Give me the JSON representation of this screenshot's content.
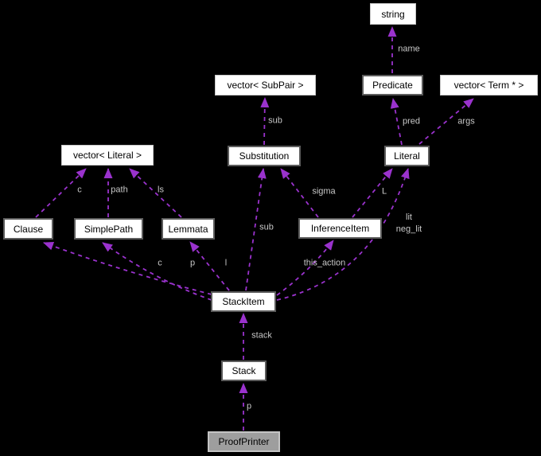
{
  "diagram": {
    "type": "collaboration-graph",
    "focus_node": "ProofPrinter",
    "colors": {
      "background": "#000000",
      "edge": "#9a32cd",
      "edge_label": "#c8c8c8",
      "node_fill": "#ffffff",
      "node_text": "#000000",
      "node_border": "#5c5c5c",
      "stl_node_border": "#c8c8c8",
      "focus_node_fill": "#9e9e9e",
      "focus_node_border": "#c4c4c4"
    },
    "nodes": [
      {
        "id": "string",
        "label": "string",
        "kind": "stl"
      },
      {
        "id": "vec-subpair",
        "label": "vector< SubPair >",
        "kind": "stl"
      },
      {
        "id": "predicate",
        "label": "Predicate",
        "kind": "class"
      },
      {
        "id": "vec-term",
        "label": "vector< Term * >",
        "kind": "stl"
      },
      {
        "id": "vec-literal",
        "label": "vector< Literal >",
        "kind": "stl"
      },
      {
        "id": "substitution",
        "label": "Substitution",
        "kind": "class"
      },
      {
        "id": "literal",
        "label": "Literal",
        "kind": "class"
      },
      {
        "id": "clause",
        "label": "Clause",
        "kind": "class"
      },
      {
        "id": "simplepath",
        "label": "SimplePath",
        "kind": "class"
      },
      {
        "id": "lemmata",
        "label": "Lemmata",
        "kind": "class"
      },
      {
        "id": "inferenceitem",
        "label": "InferenceItem",
        "kind": "class"
      },
      {
        "id": "stackitem",
        "label": "StackItem",
        "kind": "class"
      },
      {
        "id": "stack",
        "label": "Stack",
        "kind": "class"
      },
      {
        "id": "proofprinter",
        "label": "ProofPrinter",
        "kind": "focus"
      }
    ],
    "edges": [
      {
        "from": "Predicate",
        "to": "string",
        "label": "name"
      },
      {
        "from": "Substitution",
        "to": "vector< SubPair >",
        "label": "sub"
      },
      {
        "from": "Literal",
        "to": "Predicate",
        "label": "pred"
      },
      {
        "from": "Literal",
        "to": "vector< Term * >",
        "label": "args"
      },
      {
        "from": "Clause",
        "to": "vector< Literal >",
        "label": "c"
      },
      {
        "from": "SimplePath",
        "to": "vector< Literal >",
        "label": "path"
      },
      {
        "from": "Lemmata",
        "to": "vector< Literal >",
        "label": "ls"
      },
      {
        "from": "InferenceItem",
        "to": "Substitution",
        "label": "sigma"
      },
      {
        "from": "InferenceItem",
        "to": "Literal",
        "label": "L"
      },
      {
        "from": "StackItem",
        "to": "Clause",
        "label": "c"
      },
      {
        "from": "StackItem",
        "to": "SimplePath",
        "label": "p"
      },
      {
        "from": "StackItem",
        "to": "Lemmata",
        "label": "l"
      },
      {
        "from": "StackItem",
        "to": "Substitution",
        "label": "sub"
      },
      {
        "from": "StackItem",
        "to": "InferenceItem",
        "label": "this_action"
      },
      {
        "from": "StackItem",
        "to": "Literal",
        "label": "lit\nneg_lit"
      },
      {
        "from": "Stack",
        "to": "StackItem",
        "label": "stack"
      },
      {
        "from": "ProofPrinter",
        "to": "Stack",
        "label": "p"
      }
    ]
  }
}
